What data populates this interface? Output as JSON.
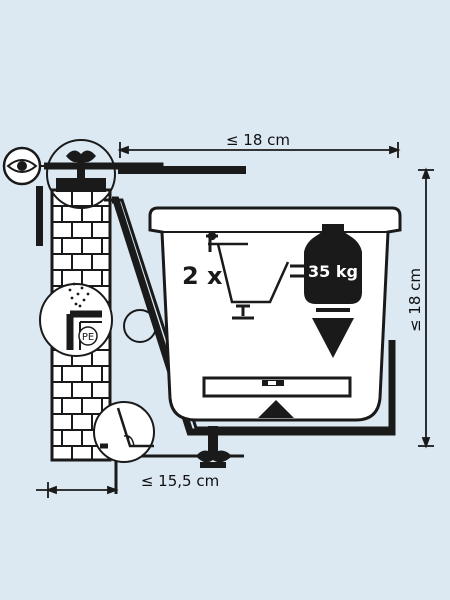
{
  "dimensions": {
    "top_width": "≤ 18 cm",
    "height": "≤ 18 cm",
    "bottom_offset": "≤ 15,5 cm"
  },
  "brackets_multiplier": "2 x",
  "weight_label": "35 kg",
  "detail_label": "PE",
  "colors": {
    "background": "#dce9f3",
    "ink": "#1a1a1a",
    "box_fill": "#ffffff"
  },
  "icons": [
    "eye-icon",
    "wing-nut-icon",
    "weight-icon",
    "arrow-down-icon",
    "level-icon",
    "right-angle-icon"
  ]
}
